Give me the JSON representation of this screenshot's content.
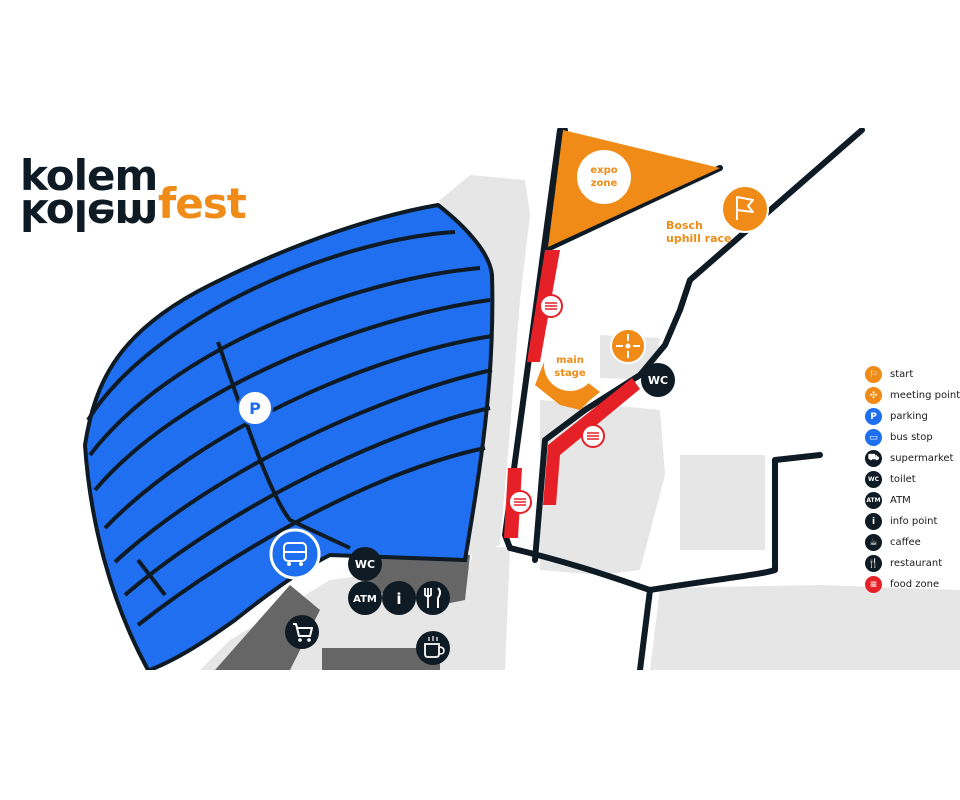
{
  "logo": {
    "top_word": "kolem",
    "mirrored_word": "kolem",
    "suffix": "fest"
  },
  "colors": {
    "orange": "#ef8b16",
    "blue": "#1e6ef0",
    "parking_blue": "#1f6ff0",
    "road": "#0e1a24",
    "area_gray": "#e6e6e6",
    "building_gray": "#666666",
    "food_red": "#e52127",
    "poi_dark": "#0e1a24"
  },
  "zones": {
    "expo": [
      "expo",
      "zone"
    ],
    "main_stage": [
      "main",
      "stage"
    ],
    "bosch": [
      "Bosch",
      "uphill race"
    ]
  },
  "pois": {
    "wc_label": "WC",
    "atm_label": "ATM",
    "info_label": "i",
    "parking_label": "P",
    "wc2_label": "WC"
  },
  "legend": [
    {
      "label": "start",
      "icon": "flag-icon",
      "color": "#ef8b16",
      "glyph": "⚐"
    },
    {
      "label": "meeting point",
      "icon": "meeting-point-icon",
      "color": "#ef8b16",
      "glyph": "✣"
    },
    {
      "label": "parking",
      "icon": "parking-icon",
      "color": "#1e6ef0",
      "glyph": "P"
    },
    {
      "label": "bus stop",
      "icon": "bus-icon",
      "color": "#1e6ef0",
      "glyph": "▭"
    },
    {
      "label": "supermarket",
      "icon": "cart-icon",
      "color": "#0e1a24",
      "glyph": "⛟"
    },
    {
      "label": "toilet",
      "icon": "toilet-icon",
      "color": "#0e1a24",
      "glyph": "WC"
    },
    {
      "label": "ATM",
      "icon": "atm-icon",
      "color": "#0e1a24",
      "glyph": "ATM"
    },
    {
      "label": "info point",
      "icon": "info-icon",
      "color": "#0e1a24",
      "glyph": "i"
    },
    {
      "label": "caffee",
      "icon": "coffee-icon",
      "color": "#0e1a24",
      "glyph": "☕"
    },
    {
      "label": "restaurant",
      "icon": "restaurant-icon",
      "color": "#0e1a24",
      "glyph": "🍴"
    },
    {
      "label": "food zone",
      "icon": "food-zone-icon",
      "color": "#e52127",
      "glyph": "≡"
    }
  ]
}
